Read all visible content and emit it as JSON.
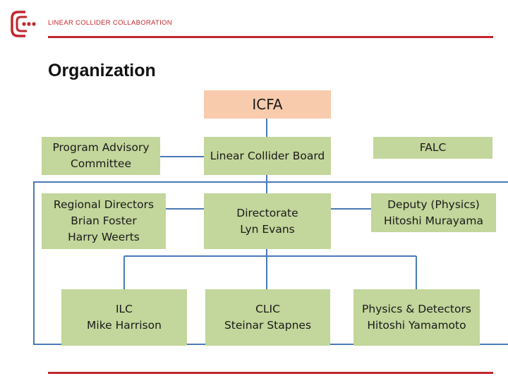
{
  "header": {
    "org_name": "LINEAR COLLIDER COLLABORATION",
    "title": "Organization"
  },
  "colors": {
    "accent_red": "#c0272d",
    "box_green": "#c3d69b",
    "box_peach": "#f8cbad",
    "connector_blue": "#4a7ab5"
  },
  "logo": {
    "icon": "lcc-logo-icon"
  },
  "nodes": {
    "icfa": "ICFA",
    "pac": "Program Advisory\nCommittee",
    "lcb": "Linear Collider Board",
    "falc": "FALC",
    "regional": "Regional Directors\nBrian Foster\nHarry Weerts",
    "directorate": "Directorate\nLyn Evans",
    "deputy": "Deputy (Physics)\nHitoshi Murayama",
    "ilc": "ILC\nMike Harrison",
    "clic": "CLIC\nSteinar Stapnes",
    "physics": "Physics & Detectors\nHitoshi Yamamoto"
  }
}
